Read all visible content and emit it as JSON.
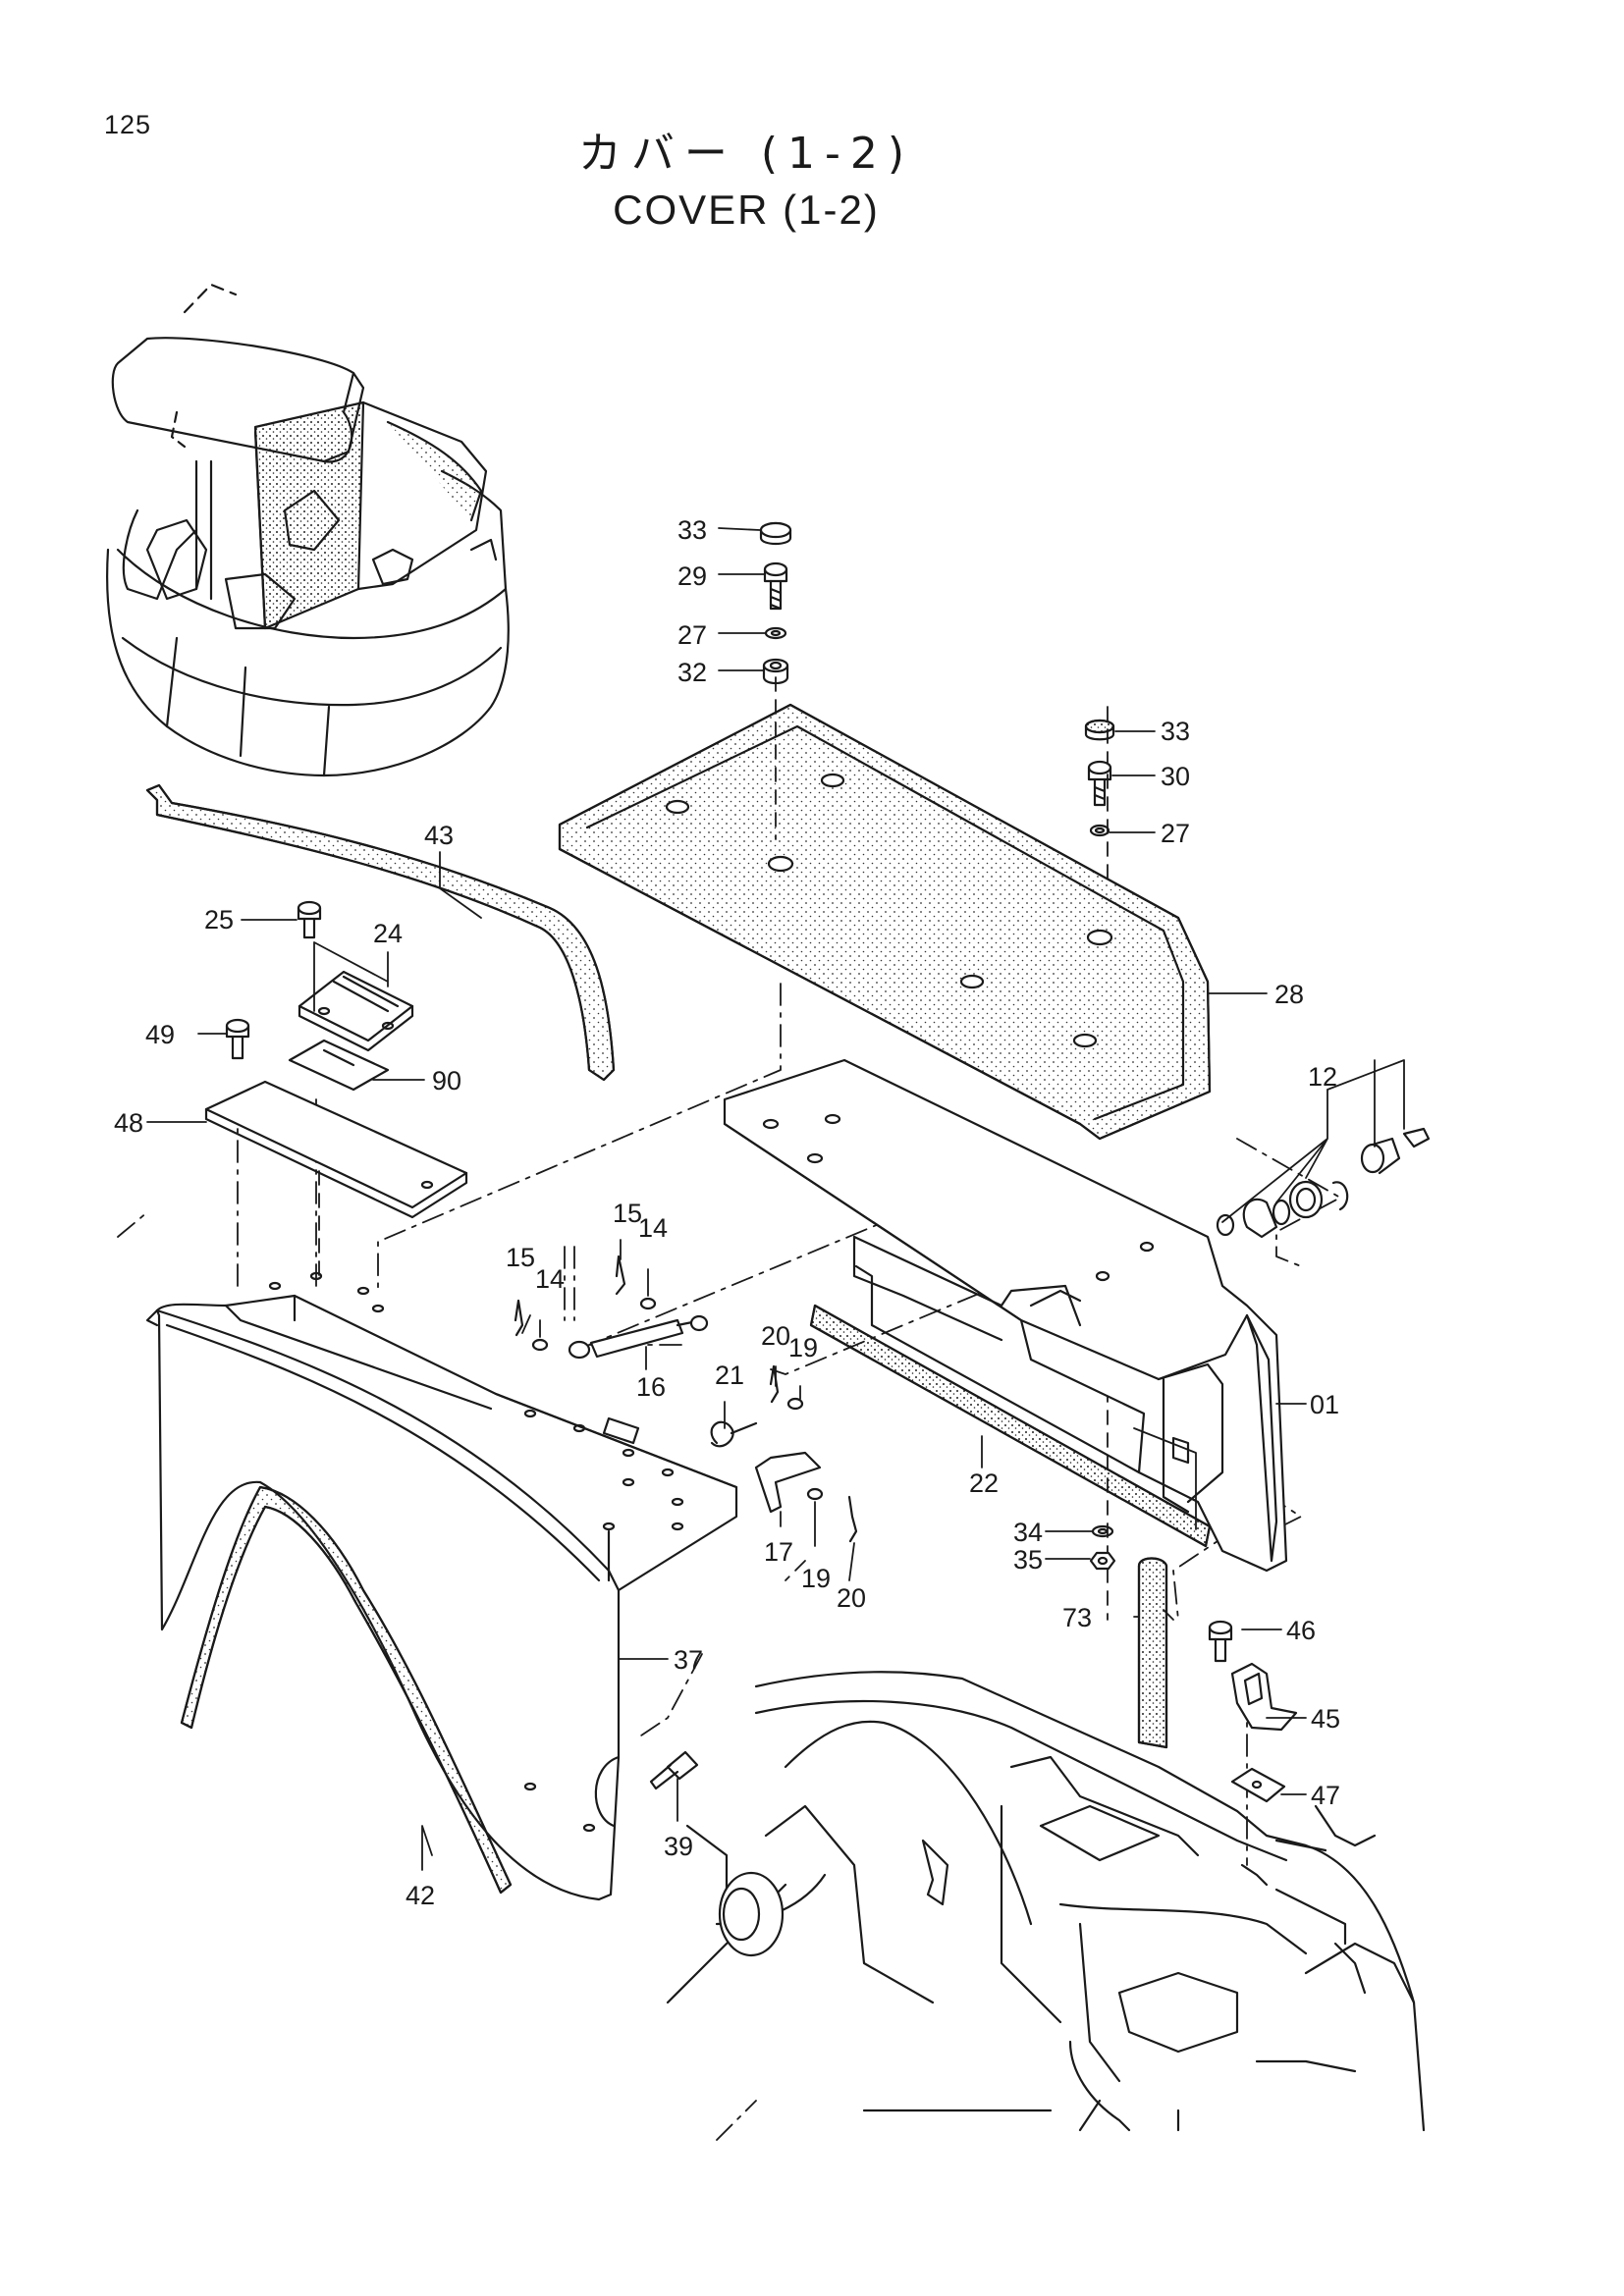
{
  "page_number": "125",
  "title_jp": "カバー (1-2)",
  "title_en": "COVER (1-2)",
  "callouts": [
    "33",
    "29",
    "27",
    "32",
    "33",
    "30",
    "27",
    "28",
    "43",
    "25",
    "24",
    "49",
    "90",
    "48",
    "12",
    "15",
    "14",
    "15",
    "14",
    "16",
    "20",
    "19",
    "21",
    "22",
    "01",
    "17",
    "19",
    "20",
    "34",
    "35",
    "73",
    "46",
    "45",
    "37",
    "47",
    "39",
    "42"
  ]
}
